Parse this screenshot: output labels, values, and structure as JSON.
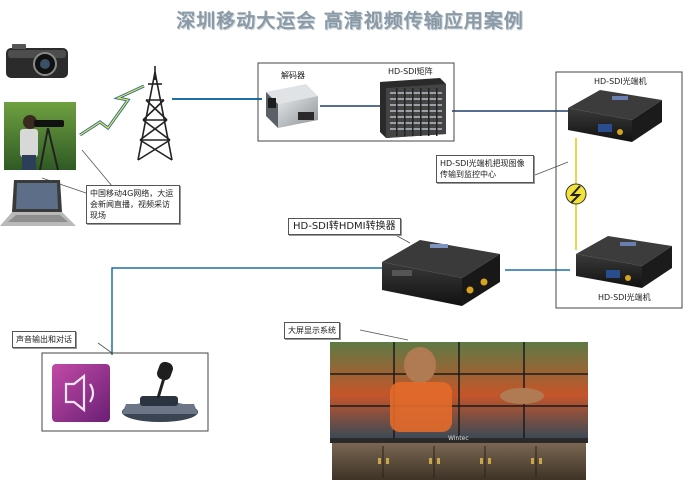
{
  "title": "深圳移动大运会 高清视频传输应用案例",
  "labels": {
    "decoder": "解码器",
    "matrix": "HD-SDI矩阵",
    "optical_top": "HD-SDI光端机",
    "optical_bottom": "HD-SDI光端机",
    "network_note": "中国移动4G网络，大运会新闻直播，视频采访现场",
    "optical_note": "HD-SDI光端机把现图像传输到监控中心",
    "converter": "HD-SDI转HDMI转换器",
    "audio": "声音输出和对话",
    "display": "大屏显示系统",
    "display_brand": "Wintec"
  },
  "colors": {
    "link": "#1f6fa8",
    "fiber": "#e8d84a",
    "lightning": "#1f6fa8",
    "panel_border": "#444444"
  },
  "icons": {
    "camera": "camera-icon",
    "cameraman": "cameraman-icon",
    "laptop": "laptop-icon",
    "tower": "cell-tower-icon",
    "wireless": "lightning-icon",
    "decoder": "decoder-device-icon",
    "matrix": "matrix-switch-icon",
    "optical": "optical-transceiver-icon",
    "converter": "converter-device-icon",
    "speaker": "speaker-icon",
    "microphone": "microphone-icon",
    "video_wall": "video-wall-icon"
  }
}
